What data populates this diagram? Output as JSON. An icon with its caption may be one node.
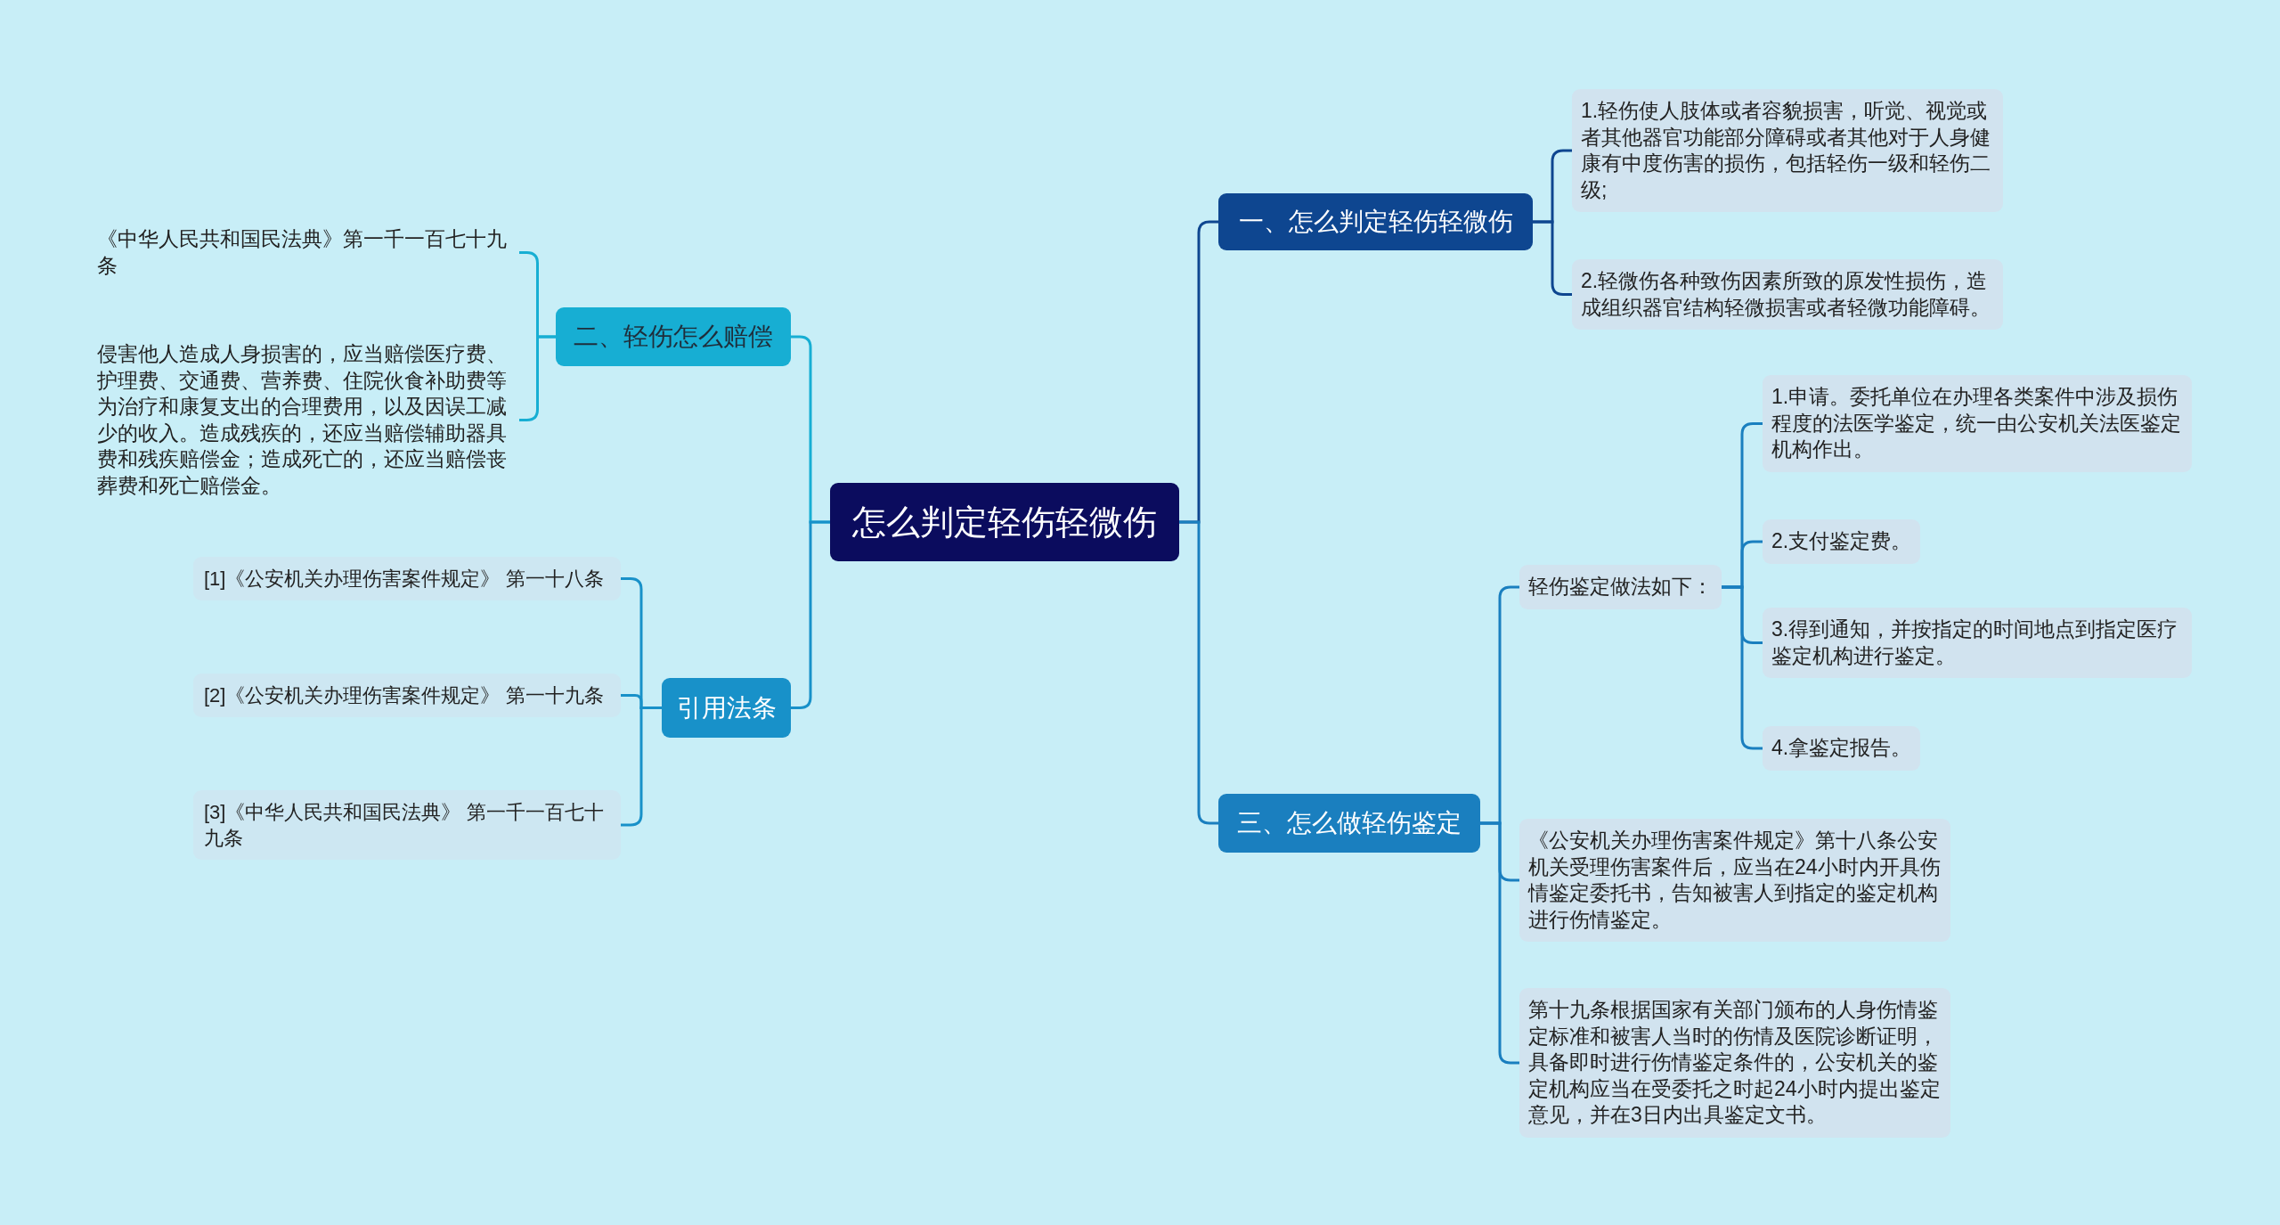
{
  "diagram": {
    "nodes": [
      {
        "text": [
          "怎么判定轻伤轻微伤"
        ]
      },
      {
        "text": [
          "一、怎么判定轻伤轻微伤"
        ]
      },
      {
        "text": [
          "1.轻伤使人肢体或者容貌损害，听觉、视觉或者其他器官功能部分障碍或者其他对于人身健康有中度伤害的损伤，包括轻伤一级和轻伤二级;"
        ]
      },
      {
        "text": [
          "2.轻微伤各种致伤因素所致的原发性损伤，造成组织器官结构轻微损害或者轻微功能障碍。"
        ]
      },
      {
        "text": [
          "三、怎么做轻伤鉴定"
        ]
      },
      {
        "text": [
          "轻伤鉴定做法如下："
        ]
      },
      {
        "text": [
          "1.申请。委托单位在办理各类案件中涉及损伤程度的法医学鉴定，统一由公安机关法医鉴定机构作出。"
        ]
      },
      {
        "text": [
          "2.支付鉴定费。"
        ]
      },
      {
        "text": [
          "3.得到通知，并按指定的时间地点到指定医疗鉴定机构进行鉴定。"
        ]
      },
      {
        "text": [
          "4.拿鉴定报告。"
        ]
      },
      {
        "text": [
          "《公安机关办理伤害案件规定》第十八条公安机关受理伤害案件后，应当在24小时内开具伤情鉴定委托书，告知被害人到指定的鉴定机构进行伤情鉴定。"
        ]
      },
      {
        "text": [
          "第十九条根据国家有关部门颁布的人身伤情鉴定标准和被害人当时的伤情及医院诊断证明，具备即时进行伤情鉴定条件的，公安机关的鉴定机构应当在受委托之时起24小时内提出鉴定意见，并在3日内出具鉴定文书。"
        ]
      },
      {
        "text": [
          "二、轻伤怎么赔偿"
        ]
      },
      {
        "text": [
          "《中华人民共和国民法典》第一千一百七十九条"
        ]
      },
      {
        "text": [
          "侵害他人造成人身损害的，应当赔偿医疗费、护理费、交通费、营养费、住院伙食补助费等为治疗和康复支出的合理费用，以及因误工减少的收入。造成残疾的，还应当赔偿辅助器具费和残疾赔偿金；造成死亡的，还应当赔偿丧葬费和死亡赔偿金。"
        ]
      },
      {
        "text": [
          "引用法条"
        ]
      },
      {
        "text": [
          "[1]《公安机关办理伤害案件规定》 第一十八条"
        ]
      },
      {
        "text": [
          "[2]《公安机关办理伤害案件规定》 第一十九条"
        ]
      },
      {
        "text": [
          "[3]《中华人民共和国民法典》 第一千一百七十九条"
        ]
      }
    ],
    "edges": [
      {
        "from": 0,
        "to": 1,
        "arrow": "none",
        "color": "#0e4690"
      },
      {
        "from": 1,
        "to": 2,
        "arrow": "none",
        "color": "#0e4690"
      },
      {
        "from": 1,
        "to": 3,
        "arrow": "none",
        "color": "#0e4690"
      },
      {
        "from": 0,
        "to": 4,
        "arrow": "none"
      },
      {
        "from": 4,
        "to": 5,
        "arrow": "none"
      },
      {
        "from": 5,
        "to": 6,
        "arrow": "none"
      },
      {
        "from": 5,
        "to": 7,
        "arrow": "none"
      },
      {
        "from": 5,
        "to": 8,
        "arrow": "none"
      },
      {
        "from": 5,
        "to": 9,
        "arrow": "none"
      },
      {
        "from": 4,
        "to": 10,
        "arrow": "none"
      },
      {
        "from": 4,
        "to": 11,
        "arrow": "none"
      },
      {
        "from": 0,
        "to": 12,
        "arrow": "none",
        "color": "#17aed3"
      },
      {
        "from": 12,
        "to": 13,
        "arrow": "none",
        "color": "#17aed3"
      },
      {
        "from": 12,
        "to": 14,
        "arrow": "none",
        "color": "#17aed3"
      },
      {
        "from": 0,
        "to": 15,
        "arrow": "none",
        "color": "#1891c9"
      },
      {
        "from": 15,
        "to": 16,
        "arrow": "none",
        "color": "#1891c9"
      },
      {
        "from": 15,
        "to": 17,
        "arrow": "none",
        "color": "#1891c9"
      },
      {
        "from": 15,
        "to": 18,
        "arrow": "none",
        "color": "#1891c9"
      }
    ]
  }
}
